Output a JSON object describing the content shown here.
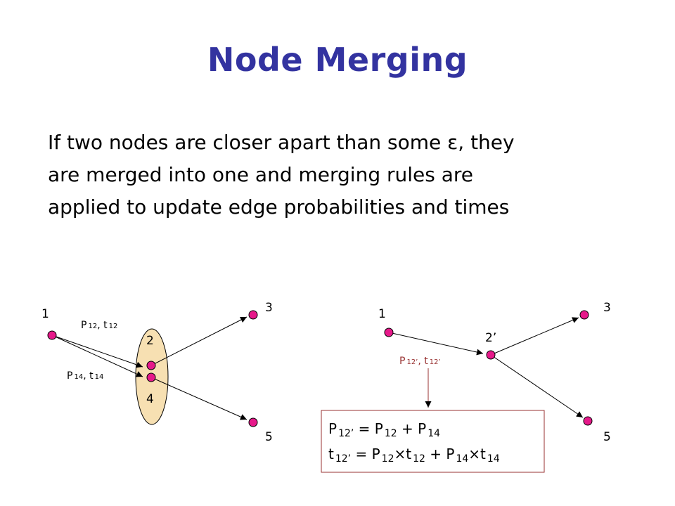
{
  "title": "Node Merging",
  "body_lines": [
    "If two nodes are closer apart than some ε, they",
    "are merged into one and merging rules are",
    "applied to update edge probabilities and times"
  ],
  "left_graph": {
    "node_labels": {
      "n1": "1",
      "n2": "2",
      "n4": "4",
      "n3": "3",
      "n5": "5"
    },
    "edge_label_12": {
      "p": "P",
      "p_sub": "12",
      "sep": ", t",
      "t_sub": "12"
    },
    "edge_label_14": {
      "p": "P",
      "p_sub": "14",
      "sep": ", t",
      "t_sub": "14"
    }
  },
  "right_graph": {
    "node_labels": {
      "n1": "1",
      "n2p": "2’",
      "n3": "3",
      "n5": "5"
    },
    "edge_label_12p": {
      "p": "P",
      "p_sub": "12’",
      "sep": ", t",
      "t_sub": "12’"
    }
  },
  "rule_box": {
    "line1": {
      "lhs": "P",
      "lhs_sub": "12’",
      "eq": " = P",
      "a_sub": "12",
      "plus": " + P",
      "b_sub": "14"
    },
    "line2": {
      "lhs": "t",
      "lhs_sub": "12’",
      "eq": " = P",
      "a_sub": "12",
      "x1": "×t",
      "a2_sub": "12",
      "plus": " + P",
      "b_sub": "14",
      "x2": "×t",
      "b2_sub": "14"
    }
  },
  "colors": {
    "title": "#3333a0",
    "node_fill": "#e6198a",
    "merge_ellipse": "#f7e0b2",
    "rule_box_border": "#993333",
    "edge_label_red": "#993333"
  }
}
